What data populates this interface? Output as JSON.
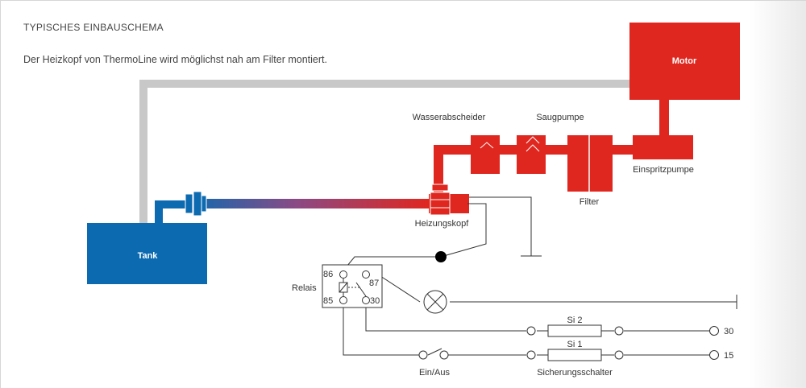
{
  "heading": "TYPISCHES EINBAUSCHEMA",
  "subtitle": "Der Heizkopf von ThermoLine wird möglichst nah am Filter montiert.",
  "components": {
    "motor": "Motor",
    "tank": "Tank",
    "wasserabscheider": "Wasserabscheider",
    "saugpumpe": "Saugpumpe",
    "filter": "Filter",
    "einspritzpumpe": "Einspritzpumpe",
    "heizungskopf": "Heizungskopf",
    "relais": "Relais",
    "ein_aus": "Ein/Aus",
    "sicherungsschalter": "Sicherungsschalter",
    "si2": "Si 2",
    "si1": "Si 1",
    "terminal_30": "30",
    "terminal_15": "15"
  },
  "relay_pins": {
    "p86": "86",
    "p87": "87",
    "p85": "85",
    "p30": "30"
  },
  "colors": {
    "red": "#e0271f",
    "blue": "#0c6ab1",
    "grey_pipe": "#c8c8c8",
    "wire": "#333333"
  }
}
